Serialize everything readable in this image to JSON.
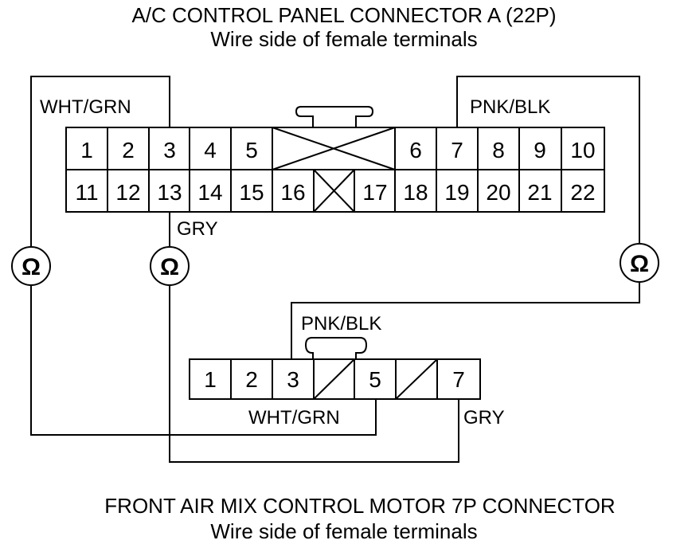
{
  "connector_a": {
    "title": "A/C CONTROL PANEL CONNECTOR A (22P)",
    "subtitle": "Wire side of female terminals",
    "row1_pins": [
      "1",
      "2",
      "3",
      "4",
      "5",
      "6",
      "7",
      "8",
      "9",
      "10"
    ],
    "row2_pins": [
      "11",
      "12",
      "13",
      "14",
      "15",
      "16",
      "17",
      "18",
      "19",
      "20",
      "21",
      "22"
    ]
  },
  "connector_b": {
    "title": "FRONT AIR MIX CONTROL MOTOR 7P CONNECTOR",
    "subtitle": "Wire side of female terminals",
    "pins": [
      "1",
      "2",
      "3",
      "5",
      "7"
    ]
  },
  "wires": {
    "wht_grn_top": "WHT/GRN",
    "pnk_blk_top": "PNK/BLK",
    "gry_top": "GRY",
    "pnk_blk_bottom": "PNK/BLK",
    "wht_grn_bottom": "WHT/GRN",
    "gry_bottom": "GRY"
  },
  "meters": {
    "symbol": "Ω"
  }
}
